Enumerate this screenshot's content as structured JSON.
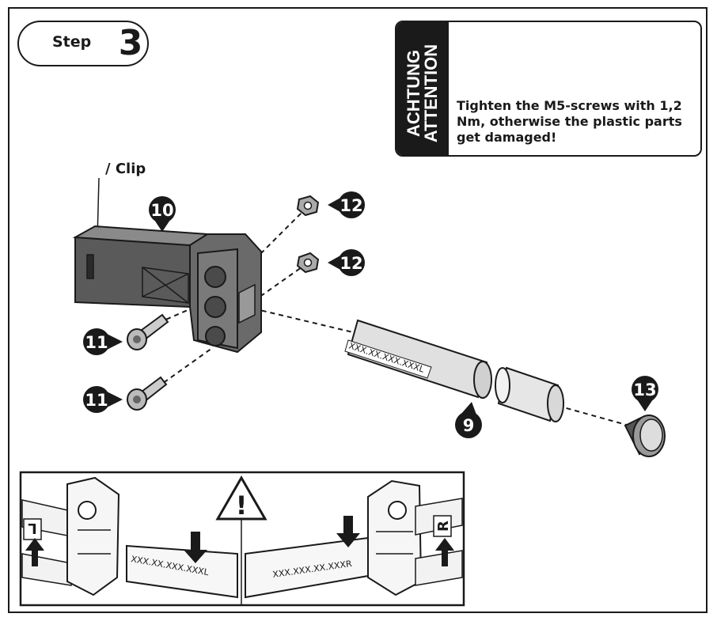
{
  "step": {
    "label": "Step",
    "number": "3"
  },
  "attention": {
    "title_de": "ACHTUNG",
    "title_en": "ATTENTION",
    "text": "Tighten the M5-screws with 1,2 Nm, otherwise the plastic parts get damaged!"
  },
  "labels": {
    "clip": "/ Clip"
  },
  "parts": {
    "clip_body": "10",
    "screw_top": "11",
    "screw_bottom": "11",
    "nut_top": "12",
    "nut_bottom": "12",
    "tube": "9",
    "end_cap": "13"
  },
  "tube_markings": {
    "main": "XXX.XX.XXX.XXXL",
    "inset_left": "XXX.XX.XXX.XXXL",
    "inset_right": "XXX.XXX.XX.XXXR"
  },
  "inset": {
    "left_side_letter": "L",
    "right_side_letter": "R",
    "warning_symbol": "!"
  }
}
